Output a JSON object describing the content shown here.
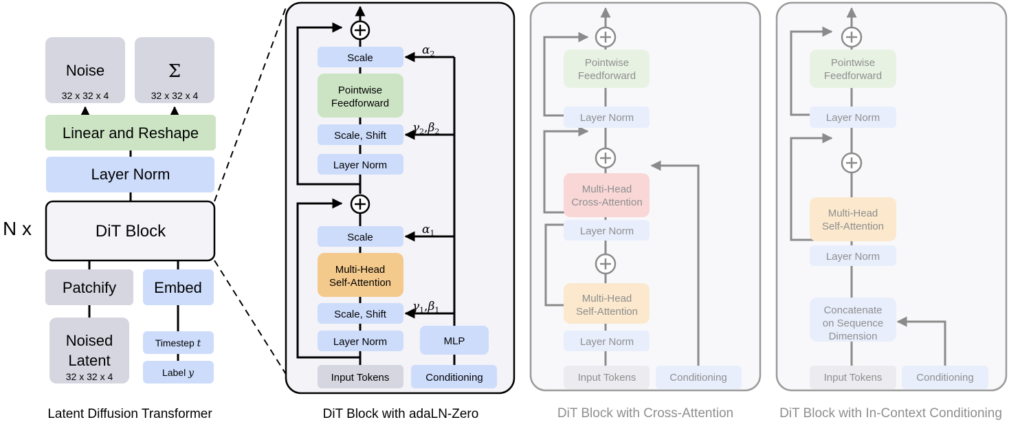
{
  "colors": {
    "gray_box": "#d5d6e0",
    "blue_box": "#cddcfb",
    "green_box": "#cce4c4",
    "orange_box": "#f4c98c",
    "panel_bg": "#f3f3f8",
    "line": "#000000",
    "faded_line": "#8a8a8a",
    "faded_gray": "#ececf0",
    "faded_blue": "#e8eefc",
    "faded_green": "#e8f2e3",
    "faded_orange": "#fbe8cd",
    "faded_red": "#f9d7d7"
  },
  "ldt": {
    "caption": "Latent Diffusion Transformer",
    "noise": {
      "label": "Noise",
      "dims": "32 x 32 x 4"
    },
    "sigma": {
      "label": "Σ",
      "dims": "32 x 32 x 4"
    },
    "linear_reshape": "Linear and Reshape",
    "layer_norm": "Layer Norm",
    "repeat": "N x",
    "dit_block": "DiT Block",
    "patchify": "Patchify",
    "embed": "Embed",
    "noised_latent": {
      "line1": "Noised",
      "line2": "Latent",
      "dims": "32 x 32 x 4"
    },
    "timestep": {
      "label": "Timestep",
      "symbol": "t"
    },
    "label": {
      "label": "Label",
      "symbol": "y"
    }
  },
  "adaln": {
    "caption": "DiT Block with adaLN-Zero",
    "scale_top": "Scale",
    "ff": {
      "line1": "Pointwise",
      "line2": "Feedforward"
    },
    "scale_shift_top": "Scale, Shift",
    "ln_top": "Layer Norm",
    "scale_bottom": "Scale",
    "attn": {
      "line1": "Multi-Head",
      "line2": "Self-Attention"
    },
    "scale_shift_bottom": "Scale, Shift",
    "ln_bottom": "Layer Norm",
    "mlp": "MLP",
    "input_tokens": "Input Tokens",
    "conditioning": "Conditioning",
    "alpha2": {
      "base": "α",
      "sub": "2"
    },
    "gamma2beta2": {
      "g": "γ",
      "gsub": "2",
      "b": "β",
      "bsub": "2"
    },
    "alpha1": {
      "base": "α",
      "sub": "1"
    },
    "gamma1beta1": {
      "g": "γ",
      "gsub": "1",
      "b": "β",
      "bsub": "1"
    }
  },
  "cross": {
    "caption": "DiT Block with Cross-Attention",
    "ff": {
      "line1": "Pointwise",
      "line2": "Feedforward"
    },
    "ln_top": "Layer Norm",
    "cross_attn": {
      "line1": "Multi-Head",
      "line2": "Cross-Attention"
    },
    "ln_mid": "Layer Norm",
    "self_attn": {
      "line1": "Multi-Head",
      "line2": "Self-Attention"
    },
    "ln_bottom": "Layer Norm",
    "input_tokens": "Input Tokens",
    "conditioning": "Conditioning"
  },
  "incontext": {
    "caption": "DiT Block with In-Context Conditioning",
    "ff": {
      "line1": "Pointwise",
      "line2": "Feedforward"
    },
    "ln_top": "Layer Norm",
    "self_attn": {
      "line1": "Multi-Head",
      "line2": "Self-Attention"
    },
    "ln_bottom": "Layer Norm",
    "concat": {
      "line1": "Concatenate",
      "line2": "on Sequence",
      "line3": "Dimension"
    },
    "input_tokens": "Input Tokens",
    "conditioning": "Conditioning"
  }
}
